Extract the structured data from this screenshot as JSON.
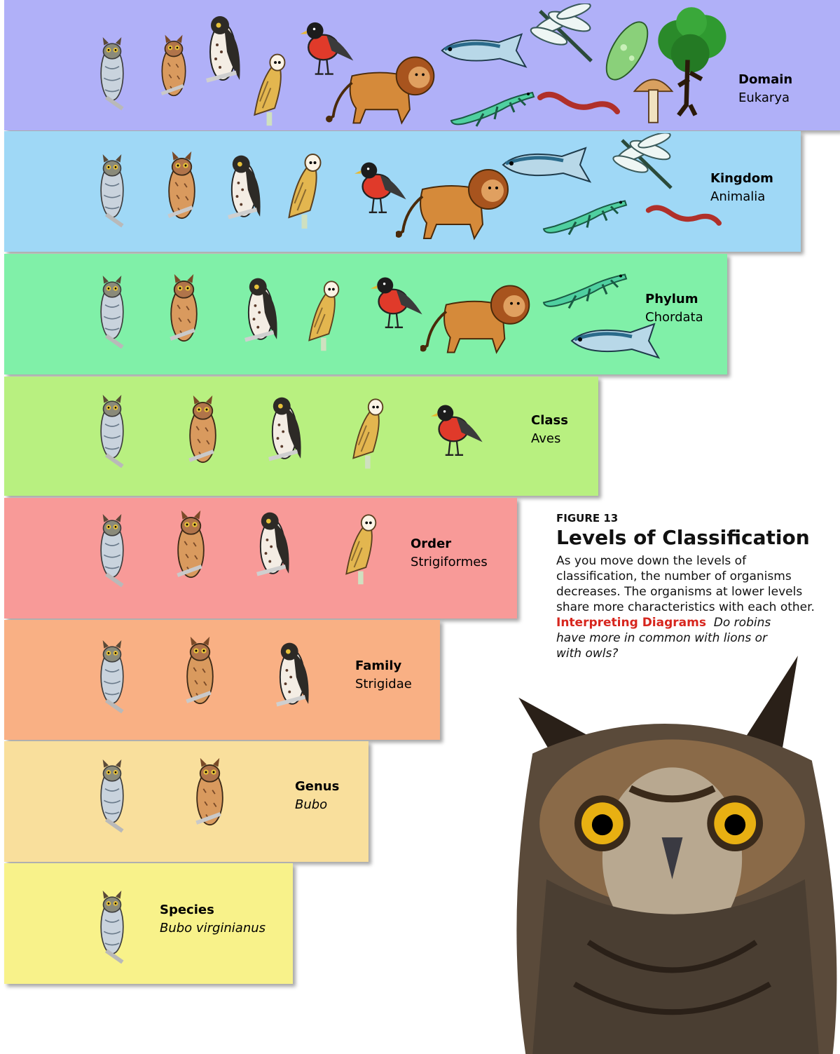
{
  "colors": {
    "domain": "#b0b0f8",
    "kingdom": "#9fd8f6",
    "phylum": "#80f0a8",
    "class": "#b8f080",
    "order": "#f89a98",
    "family": "#f9b084",
    "genus": "#f9df9c",
    "species": "#f8f28a",
    "caption_accent": "#d7261e"
  },
  "levels": [
    {
      "key": "domain",
      "rank": "Domain",
      "taxon": "Eukarya",
      "taxon_italic": false,
      "organisms": [
        "horned-owl",
        "screech-owl",
        "hawk-owl",
        "barn-owl",
        "robin",
        "lion",
        "fish",
        "dragonfly",
        "lizard",
        "worm",
        "paramecium",
        "mushroom",
        "tree"
      ]
    },
    {
      "key": "kingdom",
      "rank": "Kingdom",
      "taxon": "Animalia",
      "taxon_italic": false,
      "organisms": [
        "horned-owl",
        "screech-owl",
        "hawk-owl",
        "barn-owl",
        "robin",
        "lion",
        "fish",
        "dragonfly",
        "lizard",
        "worm"
      ]
    },
    {
      "key": "phylum",
      "rank": "Phylum",
      "taxon": "Chordata",
      "taxon_italic": false,
      "organisms": [
        "horned-owl",
        "screech-owl",
        "hawk-owl",
        "barn-owl",
        "robin",
        "lion",
        "lizard",
        "fish"
      ]
    },
    {
      "key": "class",
      "rank": "Class",
      "taxon": "Aves",
      "taxon_italic": false,
      "organisms": [
        "horned-owl",
        "screech-owl",
        "hawk-owl",
        "barn-owl",
        "robin"
      ]
    },
    {
      "key": "order",
      "rank": "Order",
      "taxon": "Strigiformes",
      "taxon_italic": false,
      "organisms": [
        "horned-owl",
        "screech-owl",
        "hawk-owl",
        "barn-owl"
      ]
    },
    {
      "key": "family",
      "rank": "Family",
      "taxon": "Strigidae",
      "taxon_italic": false,
      "organisms": [
        "horned-owl",
        "screech-owl",
        "hawk-owl"
      ]
    },
    {
      "key": "genus",
      "rank": "Genus",
      "taxon": "Bubo",
      "taxon_italic": true,
      "organisms": [
        "horned-owl",
        "screech-owl"
      ]
    },
    {
      "key": "species",
      "rank": "Species",
      "taxon": "Bubo virginianus",
      "taxon_italic": true,
      "organisms": [
        "horned-owl"
      ]
    }
  ],
  "caption": {
    "figure_number": "FIGURE 13",
    "title": "Levels of Classification",
    "body": "As you move down the levels of classification, the number of organisms decreases. The organisms at lower levels share more characteristics with each other.",
    "prompt_label": "Interpreting Diagrams",
    "prompt_question": "Do robins have more in common with lions or with owls?"
  },
  "photo": {
    "icon": "great-horned-owl-photo"
  }
}
